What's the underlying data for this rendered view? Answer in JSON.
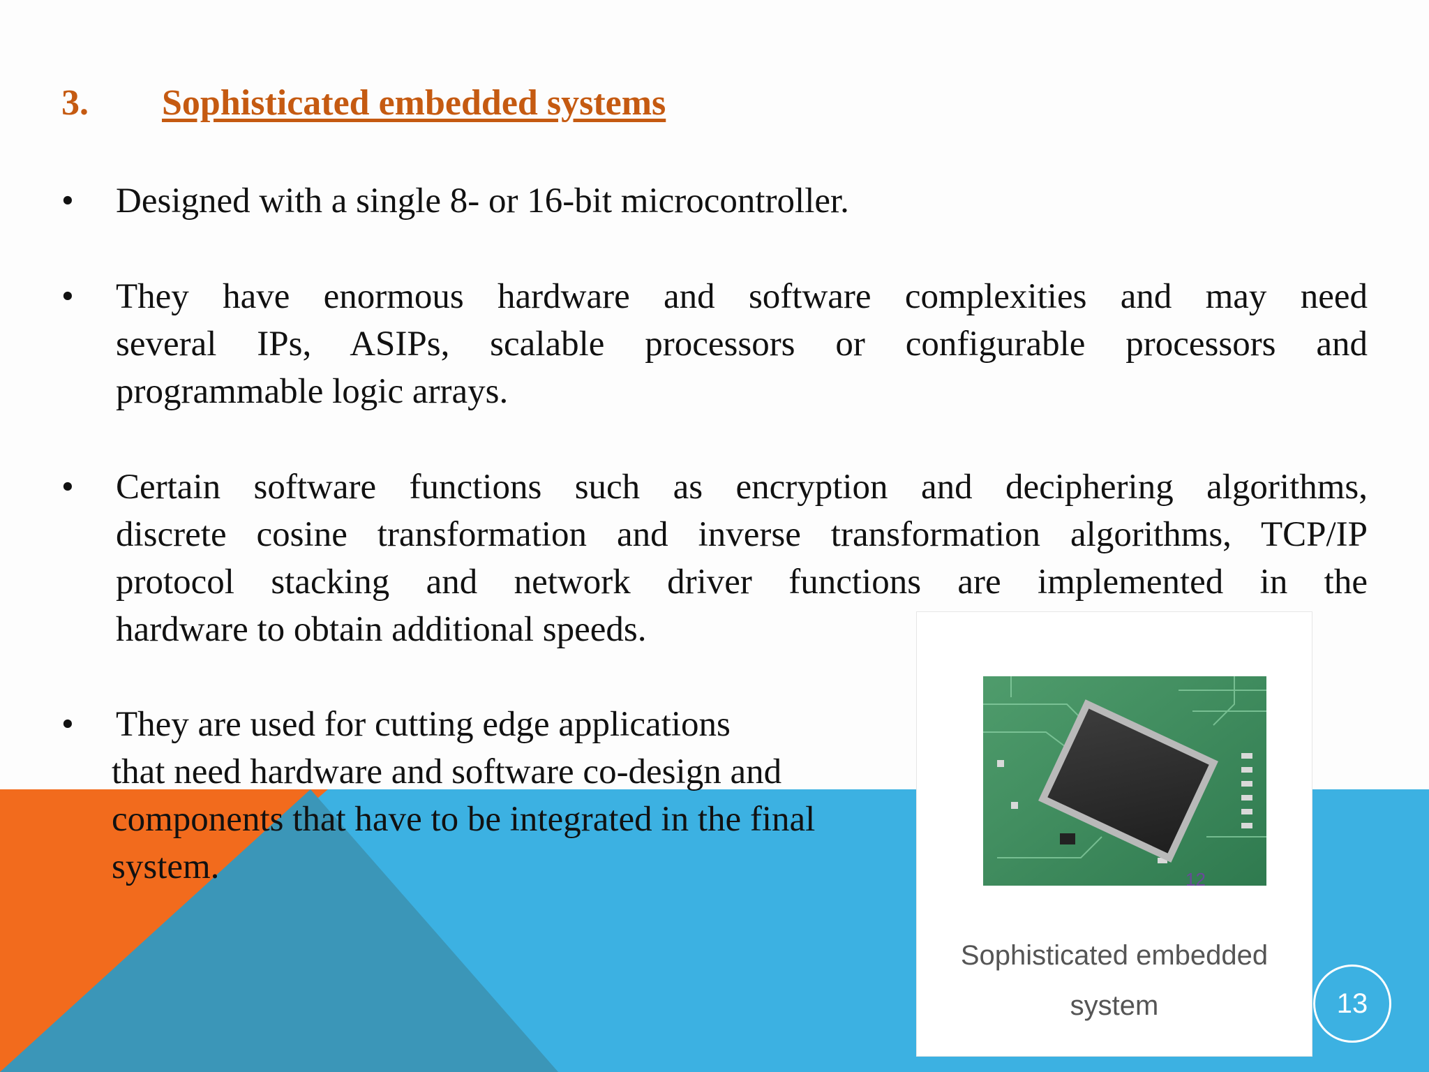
{
  "heading": {
    "number": "3.",
    "title": "Sophisticated embedded systems"
  },
  "bullets": [
    {
      "marker": "•",
      "lines": [
        "Designed with a single 8- or 16-bit microcontroller."
      ]
    },
    {
      "marker": "•",
      "lines": [
        "They have enormous hardware and software complexities and may need",
        "several IPs, ASIPs, scalable processors or configurable processors and",
        "programmable logic arrays."
      ]
    },
    {
      "marker": "•",
      "lines": [
        "Certain software functions such as encryption and deciphering algorithms,",
        "discrete cosine transformation and inverse transformation algorithms, TCP/IP",
        "protocol stacking and network driver functions are implemented in the",
        "hardware to obtain additional speeds."
      ]
    },
    {
      "marker": "•",
      "lines": [
        "They are used for cutting edge applications",
        "that need hardware and software co-design and",
        "components that have to be integrated in the final",
        "system."
      ]
    }
  ],
  "figure": {
    "board_mark": "12",
    "caption_line1": "Sophisticated embedded",
    "caption_line2": "system"
  },
  "page_number": "13",
  "colors": {
    "heading": "#C55A11",
    "orange": "#F26B1D",
    "blue": "#3CB1E2",
    "teal": "#3B96B8"
  }
}
